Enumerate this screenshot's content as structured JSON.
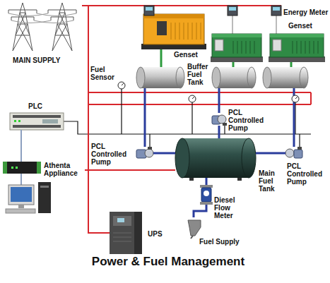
{
  "diagram": {
    "title": "Power & Fuel Management",
    "nodes": [
      {
        "text": [
          "MAIN SUPPLY"
        ]
      },
      {
        "text": [
          "Genset"
        ]
      },
      {
        "text": [
          "Genset"
        ]
      },
      {
        "text": [
          "Buffer Fuel Tank"
        ]
      },
      {
        "text": [
          "PCL Controlled Pump"
        ]
      },
      {
        "text": [
          "PLC"
        ]
      },
      {
        "text": [
          "Athenta Appliance"
        ]
      },
      {
        "text": [
          "PCL Controlled Pump"
        ]
      },
      {
        "text": [
          "Main Fuel Tank"
        ]
      },
      {
        "text": [
          "PCL Controlled Pump"
        ]
      },
      {
        "text": [
          "Diesel Flow Meter"
        ]
      },
      {
        "text": [
          "Fuel Supply"
        ]
      },
      {
        "text": [
          "UPS"
        ]
      }
    ],
    "edges": [
      {
        "from": 7,
        "to": 8,
        "arrow": "none"
      },
      {
        "from": 8,
        "to": 9,
        "arrow": "none"
      },
      {
        "from": 8,
        "to": 4,
        "arrow": "none"
      },
      {
        "from": 8,
        "to": 10,
        "arrow": "none"
      },
      {
        "from": 10,
        "to": 11,
        "arrow": "none"
      },
      {
        "from": 5,
        "to": 6,
        "arrow": "none"
      },
      {
        "from": 7,
        "to": 3,
        "arrow": "none"
      },
      {
        "from": 0,
        "to": 12,
        "arrow": "none"
      },
      {
        "from": 1,
        "to": 3,
        "arrow": "none"
      }
    ],
    "labels": [
      "Energy Meter",
      "Fuel Sensor"
    ]
  }
}
